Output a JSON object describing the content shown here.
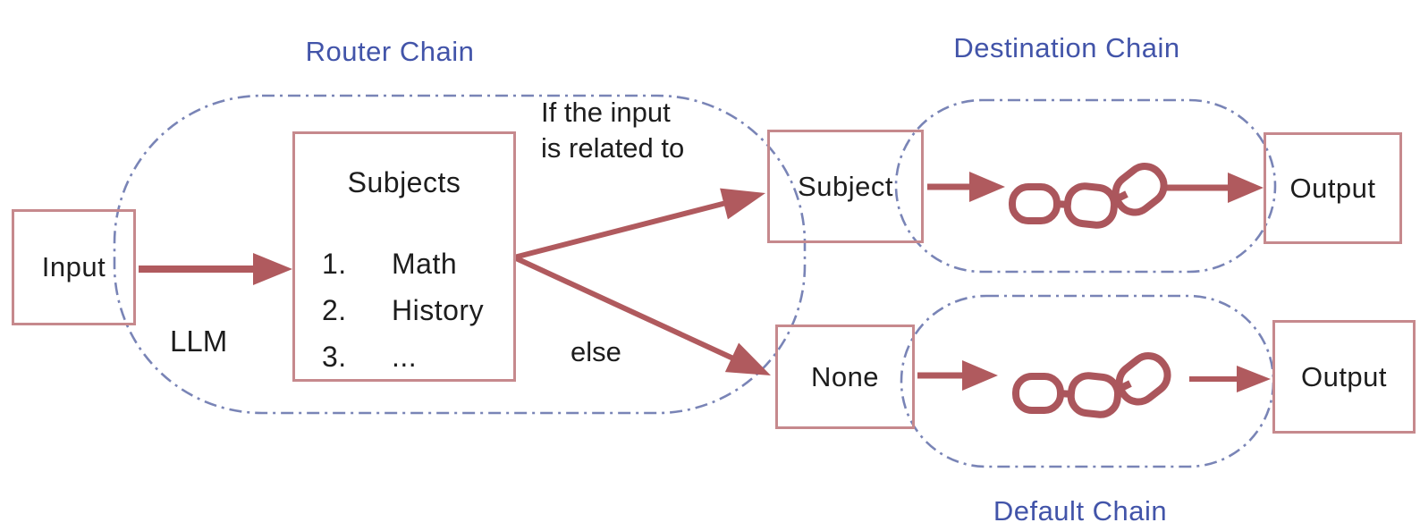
{
  "labels": {
    "router_chain": "Router Chain",
    "destination_chain": "Destination Chain",
    "default_chain": "Default Chain",
    "llm": "LLM",
    "condition_line1": "If the input",
    "condition_line2": "is related to",
    "else_label": "else"
  },
  "nodes": {
    "input": "Input",
    "subjects_title": "Subjects",
    "subjects_items": [
      {
        "num": "1.",
        "text": "Math"
      },
      {
        "num": "2.",
        "text": "History"
      },
      {
        "num": "3.",
        "text": "..."
      }
    ],
    "subject": "Subject",
    "none": "None",
    "output_destination": "Output",
    "output_default": "Output"
  },
  "icons": {
    "destination_chain_icon": "chain-icon",
    "default_chain_icon": "chain-icon"
  },
  "colors": {
    "label_blue": "#4254a9",
    "arrow_red": "#b05a5e",
    "chain_red": "#ab565c",
    "box_border": "#c6898d",
    "dash_outline": "#6e7ab0",
    "text": "#1d1d1d"
  }
}
